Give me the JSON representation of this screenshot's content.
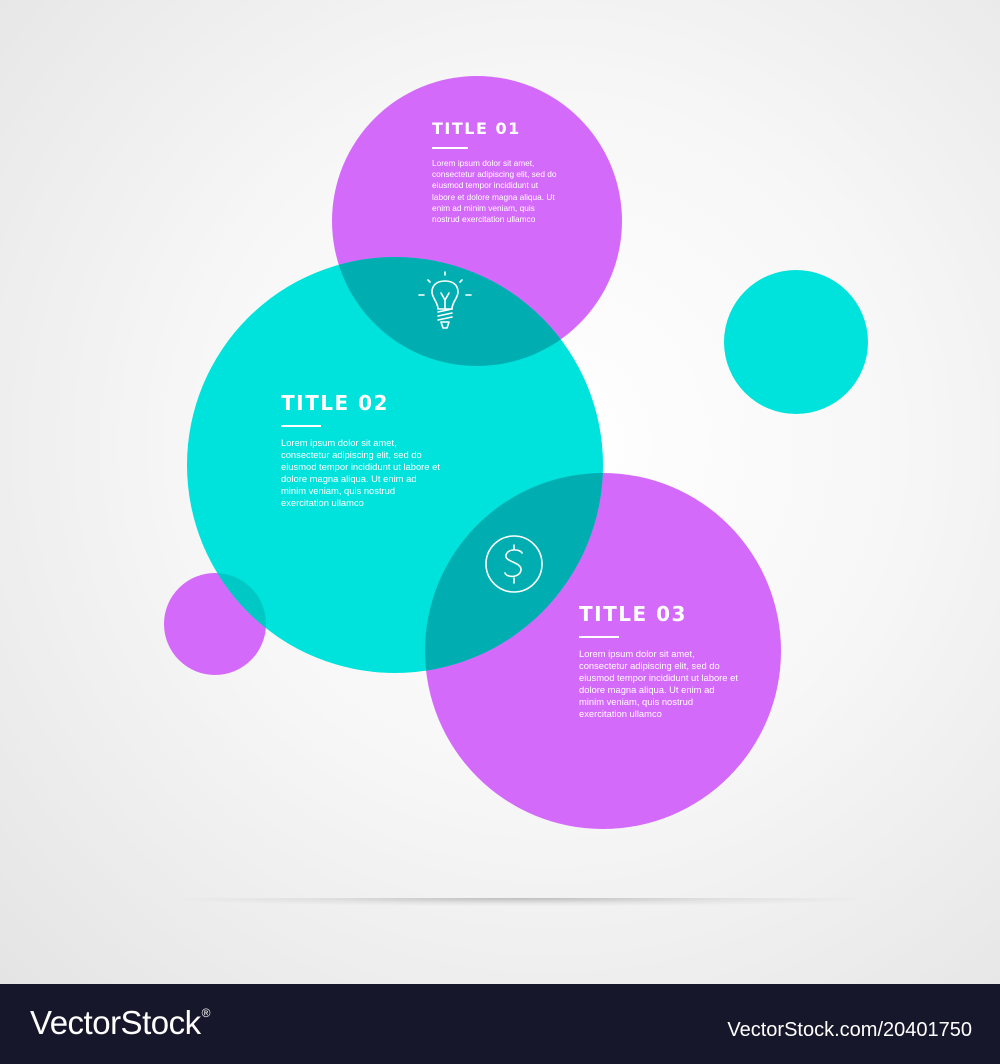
{
  "colors": {
    "purple": "#d46af9",
    "teal": "#00e2dc",
    "overlap": "#00aeb1",
    "background": "#f2f2f2",
    "footer": "#17172b",
    "text": "#ffffff"
  },
  "items": [
    {
      "title": "TITLE 01",
      "body": "Lorem ipsum dolor sit amet, consectetur adipiscing elit, sed do eiusmod tempor incididunt ut labore et dolore magna aliqua. Ut enim ad minim veniam, quis nostrud exercitation ullamco",
      "color": "purple"
    },
    {
      "title": "TITLE 02",
      "body": "Lorem ipsum dolor sit amet, consectetur adipiscing elit, sed do eiusmod tempor incididunt ut labore et dolore magna aliqua. Ut enim ad minim veniam, quis nostrud exercitation ullamco",
      "color": "teal"
    },
    {
      "title": "TITLE 03",
      "body": "Lorem ipsum dolor sit amet, consectetur adipiscing elit, sed do eiusmod tempor incididunt ut labore et dolore magna aliqua. Ut enim ad minim veniam, quis nostrud exercitation ullamco",
      "color": "purple"
    }
  ],
  "icons": {
    "top_overlap": "lightbulb-icon",
    "bottom_overlap": "dollar-coin-icon"
  },
  "footer": {
    "brand": "VectorStock",
    "registered": "®",
    "stock_id": "VectorStock.com/20401750"
  }
}
